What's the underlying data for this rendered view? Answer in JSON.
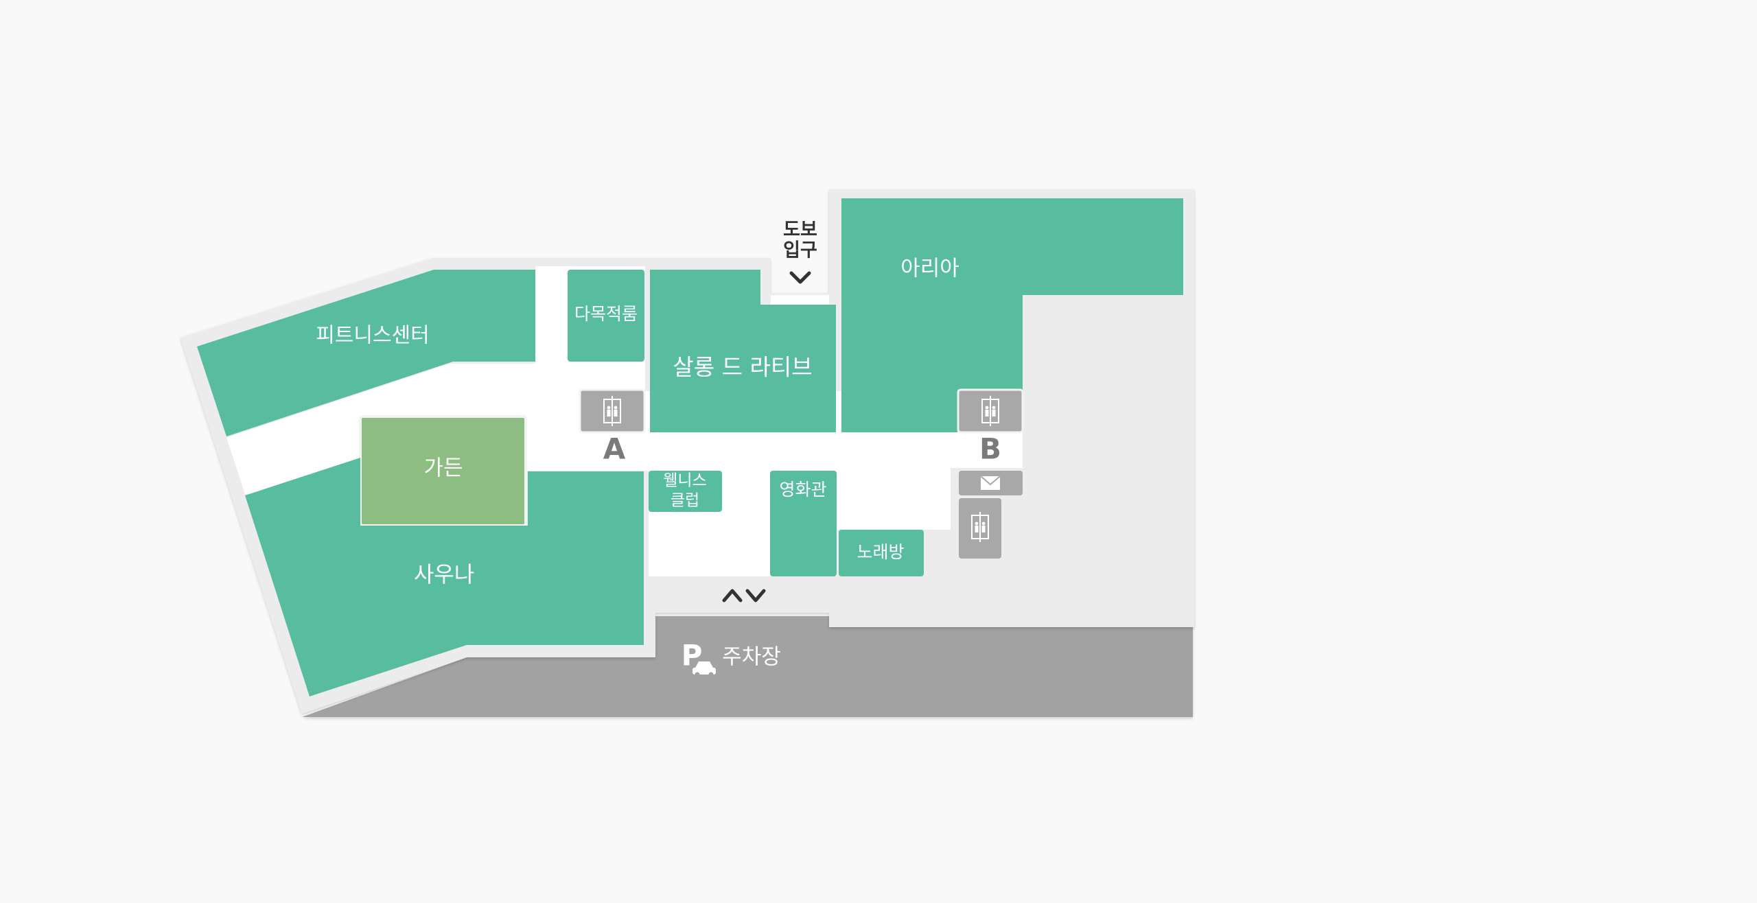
{
  "colors": {
    "background": "#f9f9f9",
    "floor": "#ececec",
    "corridor": "#ffffff",
    "facility": "#58bd9f",
    "garden": "#8dbd82",
    "parking": "#a2a2a2",
    "service_box": "#a8a8a8",
    "arrow": "#333333",
    "marker_text": "#7a7a7a"
  },
  "rooms": {
    "fitness": "피트니스센터",
    "library": "다목적룸",
    "salon": "살롱 드 라티브",
    "aria": "아리아",
    "garden": "가든",
    "sauna": "사우나",
    "wellness_line1": "웰니스",
    "wellness_line2": "클럽",
    "cinema": "영화관",
    "karaoke": "노래방"
  },
  "entrance": {
    "line1": "도보",
    "line2": "입구"
  },
  "markers": {
    "a": "A",
    "b": "B"
  },
  "parking": {
    "symbol": "P",
    "label": "주차장"
  },
  "icons": {
    "elevator": "elevator-icon",
    "mail": "mail-icon",
    "car": "car-icon",
    "arrow_up": "chevron-up-icon",
    "arrow_down": "chevron-down-icon"
  }
}
